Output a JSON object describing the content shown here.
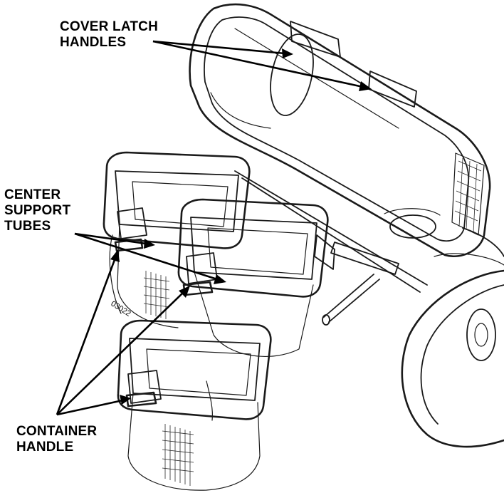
{
  "callouts": {
    "cover_latch": {
      "line1": "COVER LATCH",
      "line2": "HANDLES"
    },
    "center_support": {
      "line1": "CENTER",
      "line2": "SUPPORT",
      "line3": "TUBES"
    },
    "container_handle": {
      "line1": "CONTAINER",
      "line2": "HANDLE"
    }
  },
  "figure_code": "03022",
  "colors": {
    "ink": "#000000",
    "background": "#ffffff"
  }
}
